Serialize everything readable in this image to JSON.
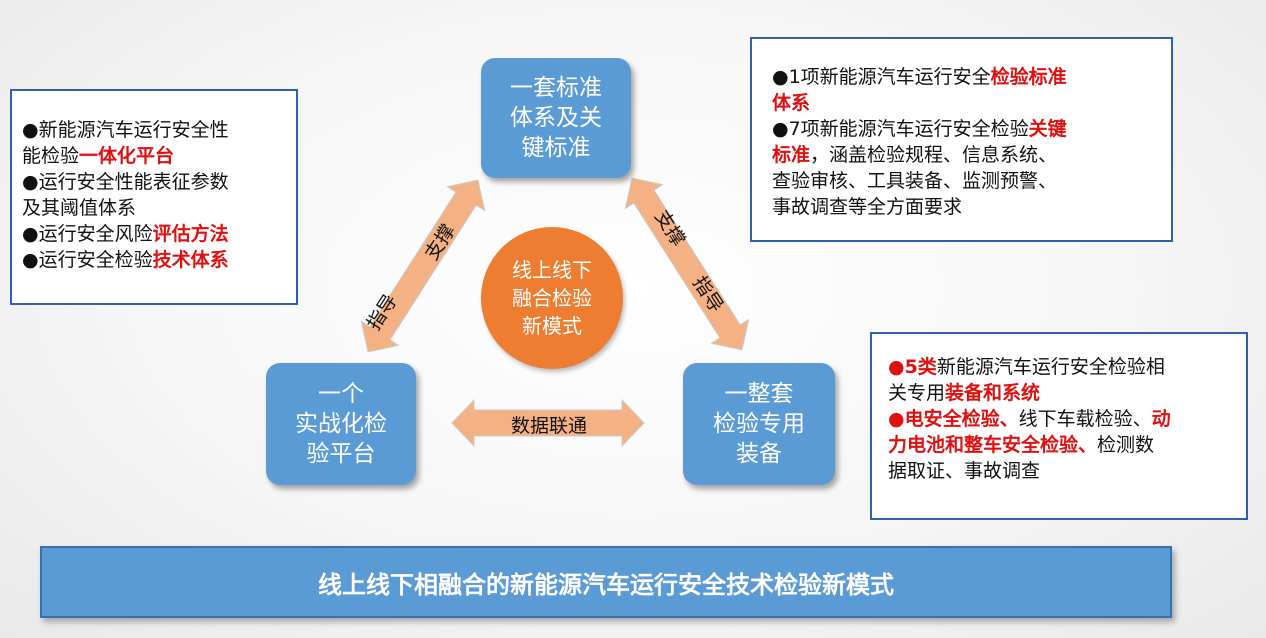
{
  "left_box": {
    "l1": "●新能源汽车运行安全性",
    "l2a": "能检验",
    "l2b": "一体化平台",
    "l3": "●运行安全性能表征参数",
    "l4": "及其阈值体系",
    "l5a": "●运行安全风险",
    "l5b": "评估方法",
    "l6a": "●运行安全检验",
    "l6b": "技术体系"
  },
  "right_top_box": {
    "l1a": "●1项新能源汽车运行安全",
    "l1b": "检验标准",
    "l2": "体系",
    "l3a": "●7项新能源汽车运行安全检验",
    "l3b": "关键",
    "l4a": "标准",
    "l4b": "，涵盖检验规程、信息系统、",
    "l5": "查验审核、工具装备、监测预警、",
    "l6": "事故调查等全方面要求"
  },
  "right_bottom_box": {
    "l1a": "●5类",
    "l1b": "新能源汽车运行安全检验相",
    "l2a": "关专用",
    "l2b": "装备和系统",
    "l3a": "●电安全检验、",
    "l3b": "线下车载检验、",
    "l3c": "动",
    "l4a": "力电池和整车安全检验、",
    "l4b": "检测数",
    "l5": "据取证、事故调查"
  },
  "nodes": {
    "top": [
      "一套标准",
      "体系及关",
      "键标准"
    ],
    "left": [
      "一个",
      "实战化检",
      "验平台"
    ],
    "right": [
      "一整套",
      "检验专用",
      "装备"
    ],
    "center": [
      "线上线下",
      "融合检验",
      "新模式"
    ]
  },
  "arrows": {
    "support": "支撑",
    "guide": "指导",
    "data_link": "数据联通"
  },
  "banner": "线上线下相融合的新能源汽车运行安全技术检验新模式",
  "colors": {
    "node_blue": "#5b9bd5",
    "center_orange": "#ed7d31",
    "arrow_fill": "#f4b183",
    "highlight_red": "#e01010",
    "box_border": "#2f5fb0"
  }
}
